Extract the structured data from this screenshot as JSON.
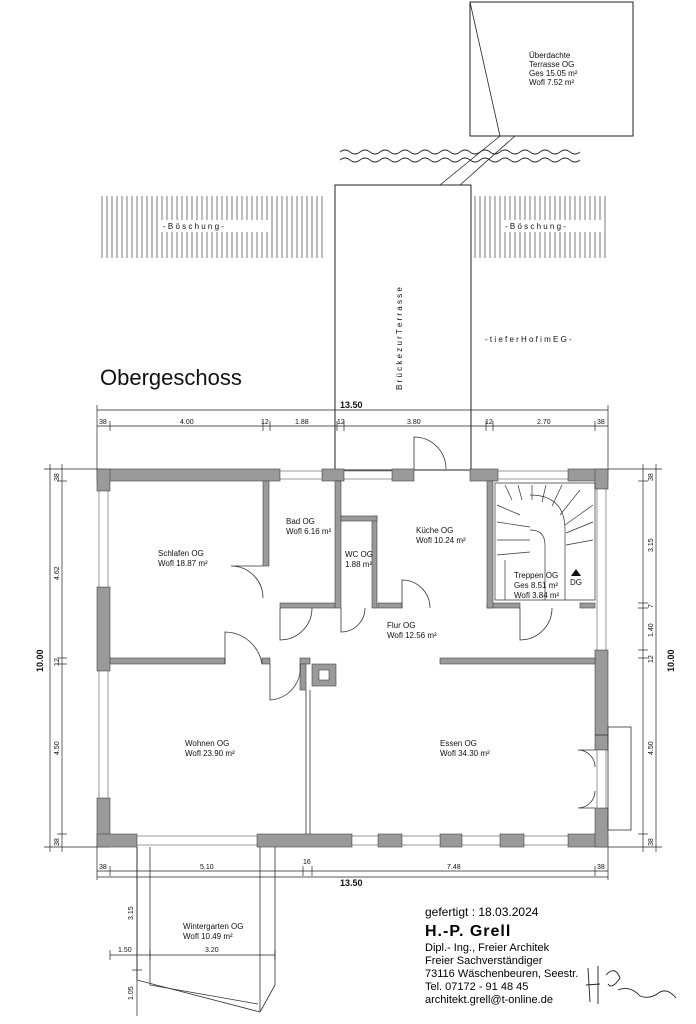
{
  "title": "Obergeschoss",
  "terrace": {
    "l1": "Überdachte",
    "l2": "Terrasse OG",
    "l3": "Ges   15.05 m²",
    "l4": "Wofl  7.52 m²"
  },
  "boeschung_left": "- B ö s c h u n g -",
  "boeschung_right": "- B ö s c h u n g -",
  "bridge": "B r ü c k e   z u r   T e r r a s s e",
  "hof": "- t i e f e r   H o f   i m   E G -",
  "rooms": {
    "schlafen": {
      "name": "Schlafen OG",
      "area": "Wofl  18.87 m²"
    },
    "bad": {
      "name": "Bad OG",
      "area": "Wofl  6.16 m²"
    },
    "wc": {
      "name": "WC OG",
      "area": "1.88 m²"
    },
    "kueche": {
      "name": "Küche OG",
      "area": "Wofl  10.24 m²"
    },
    "treppen": {
      "name": "Treppen OG",
      "area1": "Ges  8.51 m²",
      "area2": "Wofl  3.84 m²",
      "dg": "DG"
    },
    "flur": {
      "name": "Flur OG",
      "area": "Wofl  12.56 m²"
    },
    "wohnen": {
      "name": "Wohnen OG",
      "area": "Wofl  23.90 m²"
    },
    "essen": {
      "name": "Essen OG",
      "area": "Wofl  34.30 m²"
    },
    "wintergarten": {
      "name": "Wintergarten OG",
      "area": "Wofl  10.49 m²"
    }
  },
  "dims": {
    "top_total": "13.50",
    "top": [
      "38",
      "4.00",
      "12",
      "1.88",
      "12",
      "3.80",
      "12",
      "2.70",
      "38"
    ],
    "bottom_total": "13.50",
    "bottom": [
      "38",
      "5.10",
      "16",
      "7.48",
      "38"
    ],
    "left_total": "10.00",
    "left": [
      "38",
      "4.62",
      "12",
      "4.50",
      "38"
    ],
    "right_total": "10.00",
    "right": [
      "38",
      "3.15",
      "7",
      "1.40",
      "12",
      "4.50",
      "38"
    ],
    "wg": [
      "3.15",
      "1.50",
      "3.20",
      "1.05"
    ]
  },
  "footer": {
    "date": "gefertigt : 18.03.2024",
    "name": "H.-P.  Grell",
    "l1": "Dipl.- Ing., Freier Architek",
    "l2": "Freier Sachverständiger",
    "l3": "73116 Wäschenbeuren, Seestr.",
    "l4": "Tel. 07172 - 91 48 45",
    "l5": "architekt.grell@t-online.de"
  }
}
